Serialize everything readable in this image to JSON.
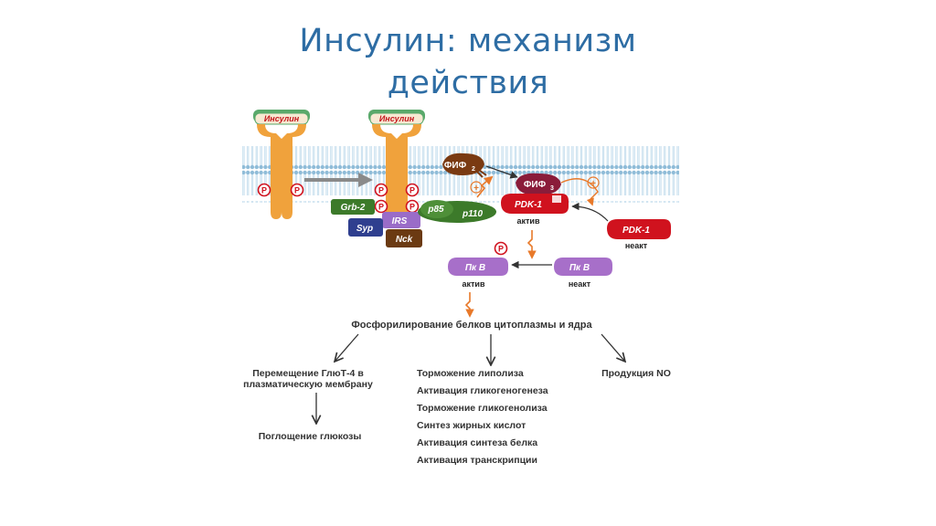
{
  "title": {
    "line1": "Инсулин: механизм",
    "line2": "действия"
  },
  "diagram": {
    "insulin_left": "Инсулин",
    "insulin_right": "Инсулин",
    "p_marker": "P",
    "pip2": "ФИФ",
    "pip2_sub": "2",
    "pip3": "ФИФ",
    "pip3_sub": "3",
    "plus": "+",
    "grb2": "Grb-2",
    "syp": "Syp",
    "irs": "IRS",
    "nck": "Nck",
    "p85": "p85",
    "p110": "p110",
    "pdk1_active": "PDK-1",
    "pdk1_active_label": "актив",
    "pdk1_inactive": "PDK-1",
    "pdk1_inactive_label": "неакт",
    "pkb_active": "Пк В",
    "pkb_active_label": "актив",
    "pkb_inactive": "Пк В",
    "pkb_inactive_label": "неакт",
    "phosphorylation": "Фосфорилирование белков цитоплазмы и ядра",
    "glut4": "Перемещение ГлюТ-4 в",
    "glut4_line2": "плазматическую мембрану",
    "glucose_uptake": "Поглощение глюкозы",
    "no_production": "Продукция NO",
    "effects": [
      "Торможение липолиза",
      "Активация гликогеногенеза",
      "Торможение гликогенолиза",
      "Синтез жирных кислот",
      "Активация синтеза белка",
      "Активация транскрипции"
    ]
  },
  "colors": {
    "title": "#2e6da4",
    "membrane": "#9ec8e0",
    "receptor": "#f0a23c",
    "insulin_cap": "#5aa96b",
    "grb2": "#3c7a2a",
    "syp": "#2f3f8f",
    "irs": "#9a6cc8",
    "nck": "#6b3a12",
    "pi3k": "#3c7a2a",
    "pip": "#7a3a12",
    "pdk1": "#d0121e",
    "pkb": "#a76fc9",
    "marker": "#d0121e"
  }
}
